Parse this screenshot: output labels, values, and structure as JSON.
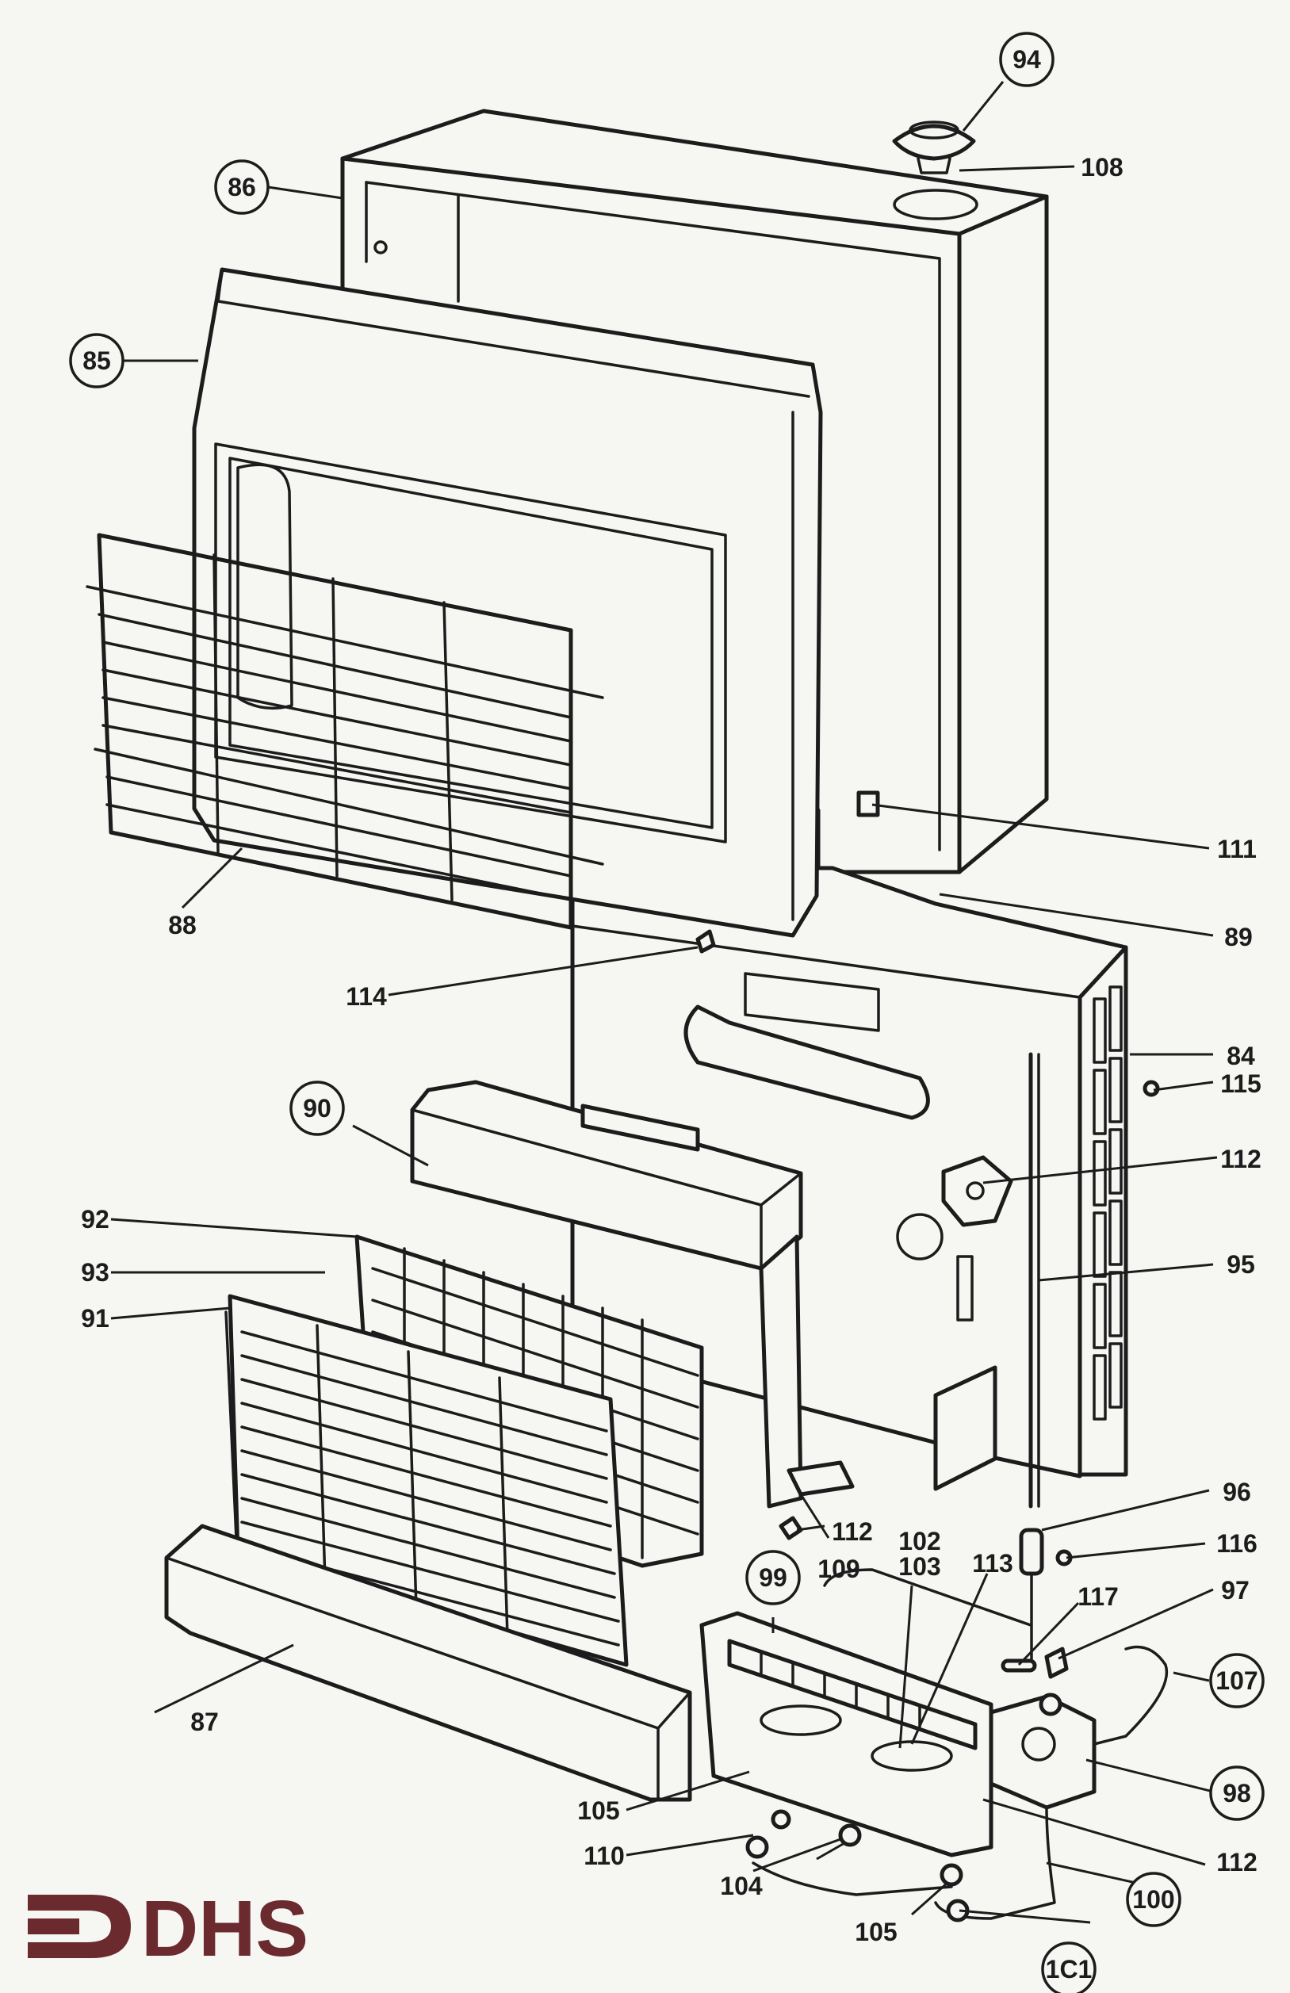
{
  "labels": {
    "l84": "84",
    "l85": "85",
    "l86": "86",
    "l87": "87",
    "l88": "88",
    "l89": "89",
    "l90": "90",
    "l91": "91",
    "l92": "92",
    "l93": "93",
    "l94": "94",
    "l95": "95",
    "l96": "96",
    "l97": "97",
    "l98": "98",
    "l99": "99",
    "l100": "100",
    "l101": "1C1",
    "l102": "102",
    "l103": "103",
    "l104": "104",
    "l105a": "105",
    "l105b": "105",
    "l107": "107",
    "l108": "108",
    "l109": "109",
    "l110": "110",
    "l111": "111",
    "l112a": "112",
    "l112b": "112",
    "l112c": "112",
    "l113": "113",
    "l114": "114",
    "l115": "115",
    "l116": "116",
    "l117": "117"
  },
  "logo": {
    "text": "DHS",
    "color": "#6b2a2e"
  }
}
